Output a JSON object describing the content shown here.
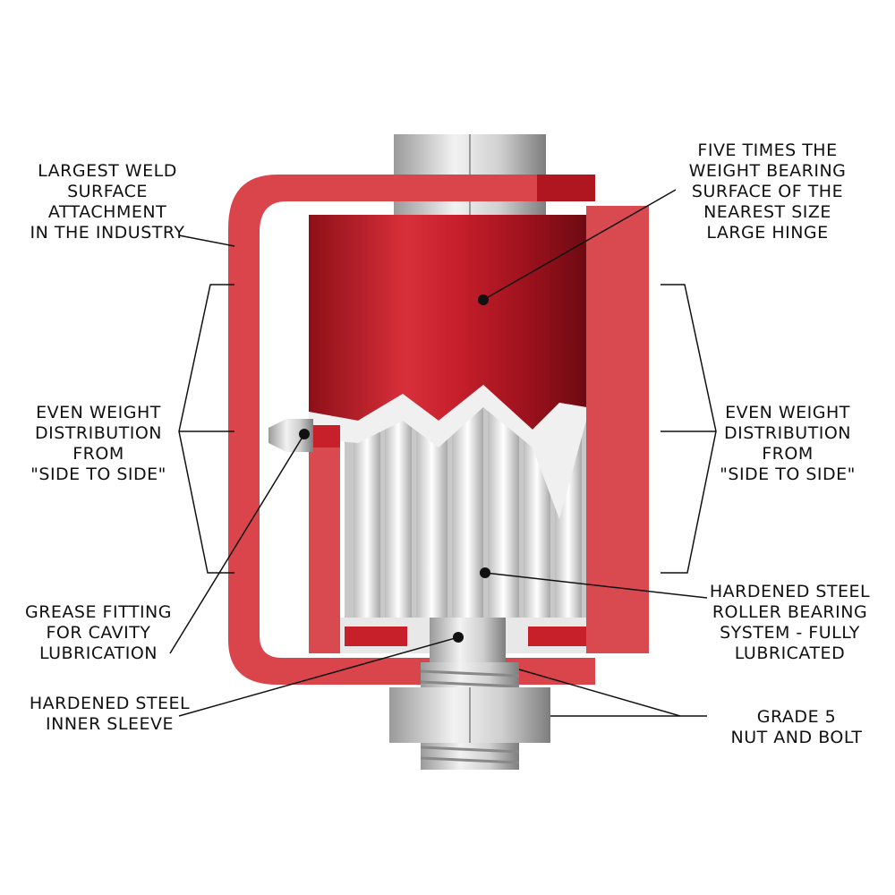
{
  "colors": {
    "red": "#c8202b",
    "red_light": "#e0474f",
    "bracket": "#d9454a",
    "steel": "#d8d8d8",
    "steel_dark": "#8a8a8a"
  },
  "labels": {
    "weld_surface": "LARGEST WELD\nSURFACE\nATTACHMENT\nIN THE INDUSTRY",
    "bearing_surface": "FIVE TIMES THE\nWEIGHT BEARING\nSURFACE OF THE\nNEAREST SIZE\nLARGE HINGE",
    "even_weight_left": "EVEN WEIGHT\nDISTRIBUTION\nFROM\n\"SIDE TO SIDE\"",
    "even_weight_right": "EVEN WEIGHT\nDISTRIBUTION\nFROM\n\"SIDE TO SIDE\"",
    "grease_fitting": "GREASE FITTING\nFOR CAVITY\nLUBRICATION",
    "roller_bearing": "HARDENED STEEL\nROLLER BEARING\nSYSTEM - FULLY\nLUBRICATED",
    "inner_sleeve": "HARDENED STEEL\nINNER SLEEVE",
    "nut_bolt": "GRADE 5\nNUT AND BOLT"
  }
}
